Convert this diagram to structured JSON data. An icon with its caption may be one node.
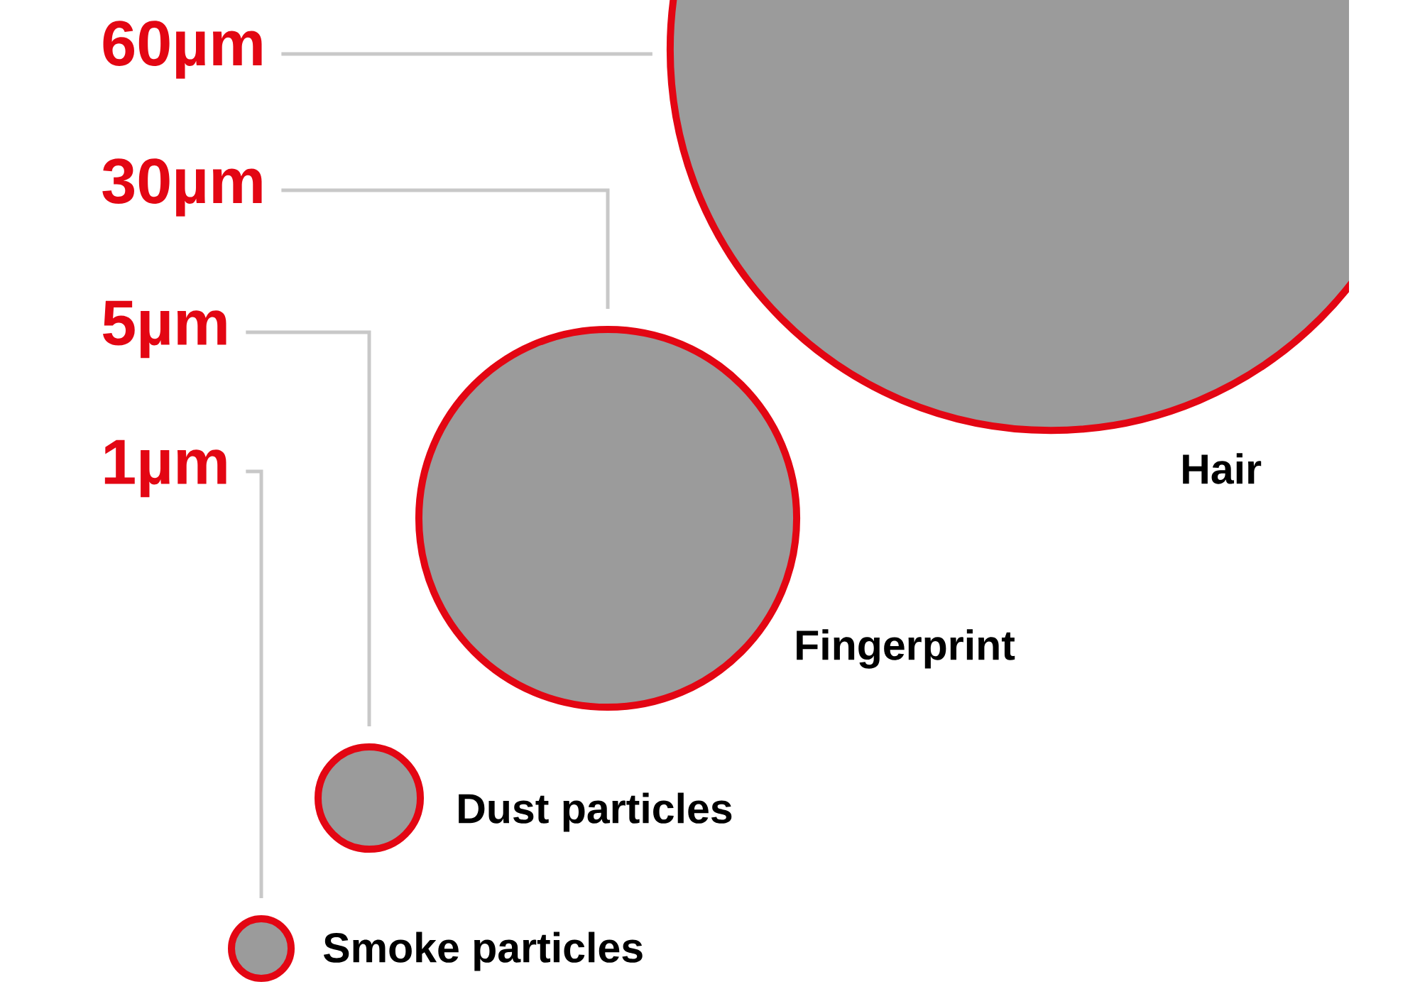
{
  "diagram": {
    "nodes": [
      {
        "text": [
          "60µm"
        ]
      },
      {
        "text": [
          "30µm"
        ]
      },
      {
        "text": [
          "5µm"
        ]
      },
      {
        "text": [
          "1µm"
        ]
      },
      {
        "text": [],
        "shape": "circle",
        "beside": [
          "Hair"
        ]
      },
      {
        "text": [],
        "shape": "circle",
        "beside": [
          "Fingerprint"
        ]
      },
      {
        "text": [],
        "shape": "circle",
        "beside": [
          "Dust particles"
        ]
      },
      {
        "text": [],
        "shape": "circle",
        "beside": [
          "Smoke particles"
        ]
      }
    ],
    "edges": [
      {
        "from": 0,
        "to": 4,
        "arrow": "none"
      },
      {
        "from": 1,
        "to": 5,
        "arrow": "none"
      },
      {
        "from": 2,
        "to": 6,
        "arrow": "none"
      },
      {
        "from": 3,
        "to": 7,
        "arrow": "none"
      }
    ]
  }
}
